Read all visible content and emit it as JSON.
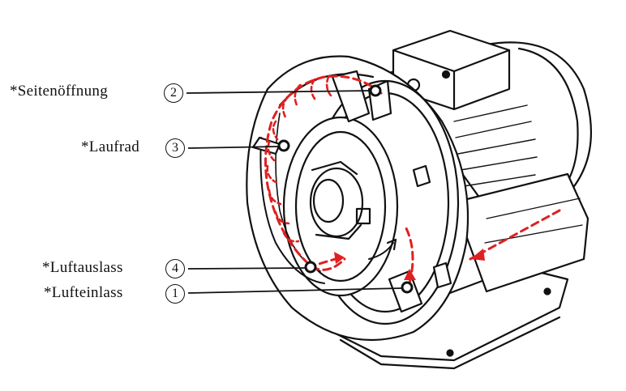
{
  "labels": [
    {
      "id": "side-opening",
      "text": "*Seitenöffnung",
      "num": "2"
    },
    {
      "id": "impeller",
      "text": "*Laufrad",
      "num": "3"
    },
    {
      "id": "air-outlet",
      "text": "*Luftauslass",
      "num": "4"
    },
    {
      "id": "air-inlet",
      "text": "*Lufteinlass",
      "num": "1"
    }
  ],
  "colors": {
    "line": "#111111",
    "flow": "#e02020",
    "background": "#ffffff"
  }
}
